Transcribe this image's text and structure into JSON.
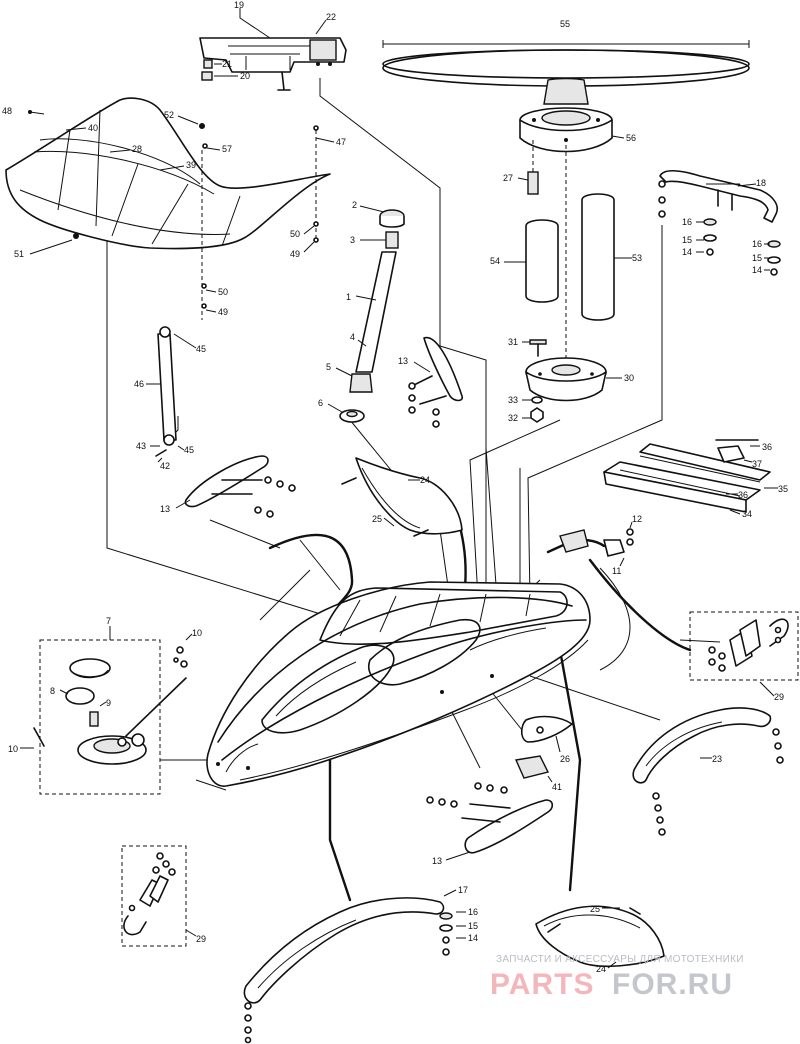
{
  "callouts": {
    "c1": "1",
    "c2": "2",
    "c3": "3",
    "c4": "4",
    "c5": "5",
    "c6": "6",
    "c7": "7",
    "c8": "8",
    "c9": "9",
    "c10a": "10",
    "c10b": "10",
    "c11": "11",
    "c12": "12",
    "c13a": "13",
    "c13b": "13",
    "c13c": "13",
    "c14a": "14",
    "c14b": "14",
    "c14c": "14",
    "c15a": "15",
    "c15b": "15",
    "c15c": "15",
    "c16a": "16",
    "c16b": "16",
    "c16c": "16",
    "c17": "17",
    "c18": "18",
    "c19": "19",
    "c20": "20",
    "c21": "21",
    "c22": "22",
    "c23": "23",
    "c24a": "24",
    "c24b": "24",
    "c25a": "25",
    "c25b": "25",
    "c26": "26",
    "c27": "27",
    "c28": "28",
    "c29a": "29",
    "c29b": "29",
    "c30": "30",
    "c31": "31",
    "c32": "32",
    "c33": "33",
    "c34": "34",
    "c35": "35",
    "c36a": "36",
    "c36b": "36",
    "c37": "37",
    "c39": "39",
    "c40": "40",
    "c41": "41",
    "c42": "42",
    "c43": "43",
    "c45": "45",
    "c46": "46",
    "c47": "47",
    "c48": "48",
    "c49a": "49",
    "c49b": "49",
    "c50a": "50",
    "c50b": "50",
    "c51": "51",
    "c52": "52",
    "c53": "53",
    "c54": "54",
    "c55": "55",
    "c56": "56",
    "c57": "57"
  },
  "watermark": {
    "tagline": "ЗАПЧАСТИ И АКСЕССУАРЫ ДЛЯ МОТОТЕХНИКИ",
    "brand_left": "PARTS",
    "brand_right": "FOR.RU"
  },
  "colors": {
    "ink": "#111111",
    "paper": "#ffffff",
    "watermark_red": "#f3b6bb",
    "watermark_grey": "#c3c6cc"
  }
}
